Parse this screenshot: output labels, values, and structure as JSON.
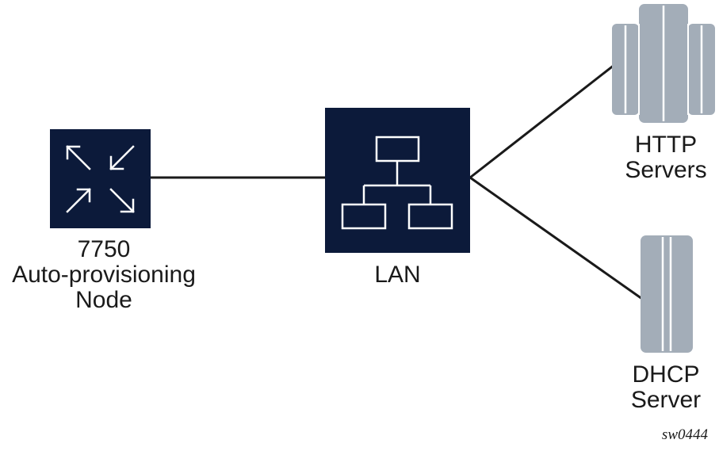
{
  "node": {
    "label_lines": [
      "7750",
      "Auto-provisioning",
      "Node"
    ]
  },
  "lan": {
    "label": "LAN"
  },
  "http": {
    "label_lines": [
      "HTTP",
      "Servers"
    ]
  },
  "dhcp": {
    "label_lines": [
      "DHCP",
      "Server"
    ]
  },
  "figure_id": "sw0444",
  "colors": {
    "box_fill": "#0c1a3a",
    "server_fill": "#a3adb8",
    "line": "#1a1a1a",
    "icon_stroke": "#ffffff"
  },
  "icons": {
    "node": "expand-arrows-icon",
    "lan": "network-hierarchy-icon",
    "http": "server-rack-icon",
    "dhcp": "server-rack-icon"
  }
}
